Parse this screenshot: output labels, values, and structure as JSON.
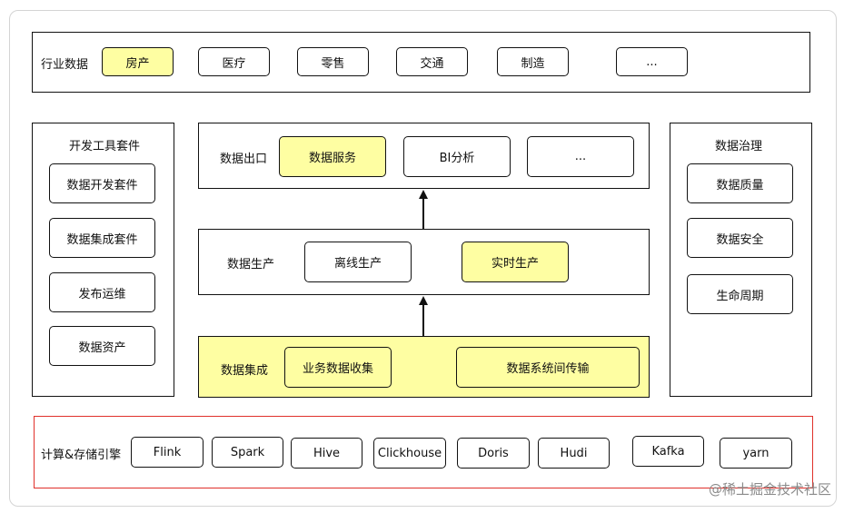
{
  "industry": {
    "title": "行业数据",
    "items": [
      "房产",
      "医疗",
      "零售",
      "交通",
      "制造",
      "..."
    ],
    "highlight": [
      0
    ]
  },
  "dev_tools": {
    "title": "开发工具套件",
    "items": [
      "数据开发套件",
      "数据集成套件",
      "发布运维",
      "数据资产"
    ]
  },
  "output": {
    "title": "数据出口",
    "items": [
      "数据服务",
      "BI分析",
      "..."
    ],
    "highlight": [
      0
    ]
  },
  "production": {
    "title": "数据生产",
    "items": [
      "离线生产",
      "实时生产"
    ],
    "highlight": [
      1
    ]
  },
  "integration": {
    "title": "数据集成",
    "items": [
      "业务数据收集",
      "数据系统间传输"
    ]
  },
  "governance": {
    "title": "数据治理",
    "items": [
      "数据质量",
      "数据安全",
      "生命周期"
    ]
  },
  "engine": {
    "title": "计算&存储引擎",
    "items": [
      "Flink",
      "Spark",
      "Hive",
      "Clickhouse",
      "Doris",
      "Hudi",
      "Kafka",
      "yarn"
    ]
  },
  "watermark": "@稀土掘金技术社区",
  "colors": {
    "highlight": "#fefea2",
    "border": "#111111",
    "engine_border": "#e0302a"
  }
}
